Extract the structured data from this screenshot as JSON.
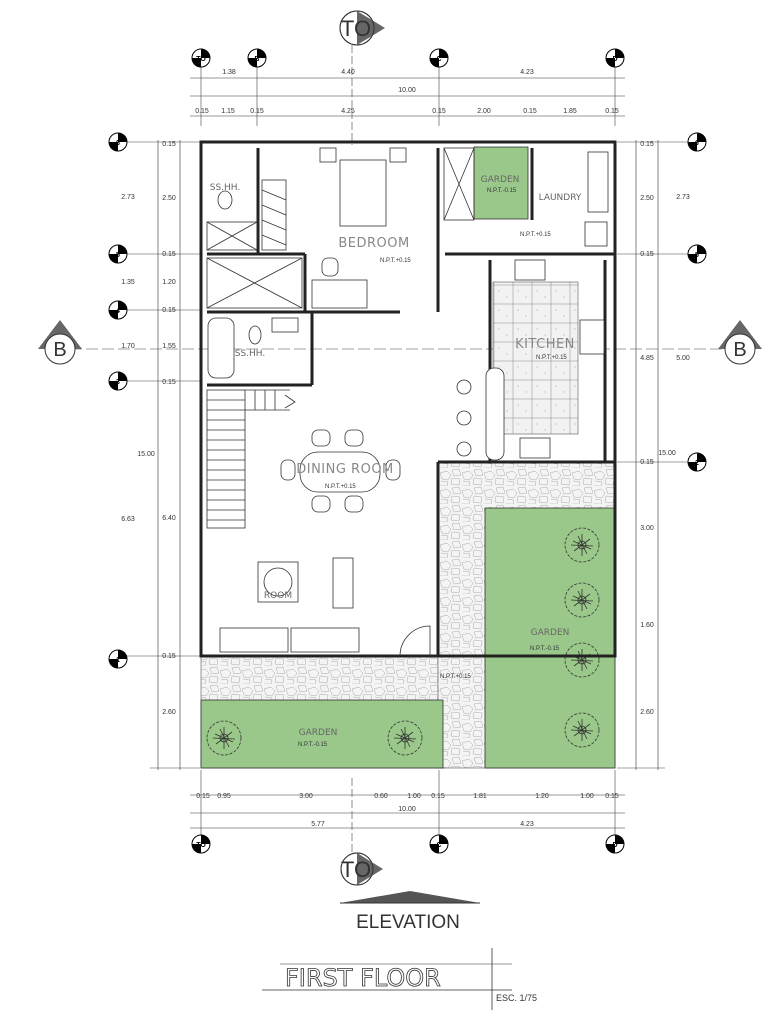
{
  "drawing": {
    "title": "FIRST FLOOR",
    "scale": "ESC. 1/75",
    "elevation_label": "ELEVATION",
    "section_marker": "B",
    "north_marker": "TO"
  },
  "rooms": [
    {
      "id": "bedroom",
      "label": "BEDROOM",
      "npt": "N.P.T.+0.15"
    },
    {
      "id": "laundry",
      "label": "LAUNDRY",
      "npt": "N.P.T.+0.15"
    },
    {
      "id": "garden-top",
      "label": "GARDEN",
      "npt": "N.P.T.-0.15"
    },
    {
      "id": "ss-hh-1",
      "label": "SS.HH.",
      "npt": ""
    },
    {
      "id": "ss-hh-2",
      "label": "SS.HH.",
      "npt": ""
    },
    {
      "id": "kitchen",
      "label": "KITCHEN",
      "npt": "N.P.T.+0.15"
    },
    {
      "id": "dining",
      "label": "DINING ROOM",
      "npt": "N.P.T.+0.15"
    },
    {
      "id": "room",
      "label": "ROOM",
      "npt": ""
    },
    {
      "id": "garden-right",
      "label": "GARDEN",
      "npt": "N.P.T.-0.15"
    },
    {
      "id": "garden-bottom",
      "label": "GARDEN",
      "npt": "N.P.T.-0.15"
    },
    {
      "id": "patio",
      "label": "",
      "npt": "N.P.T.+0.15"
    }
  ],
  "axes": {
    "top": [
      "TO",
      "B",
      "C",
      "D"
    ],
    "bottom": [
      "TO",
      "C",
      "D"
    ],
    "left": [
      "6",
      "5",
      "4",
      "3",
      "1"
    ],
    "right": [
      "6",
      "5",
      "2"
    ]
  },
  "dimensions": {
    "top_row1": [
      "1.38",
      "4.40",
      "4.23"
    ],
    "top_total": "10.00",
    "top_row3": [
      "0.15",
      "1.15",
      "0.15",
      "4.25",
      "0.15",
      "2.00",
      "0.15",
      "1.85",
      "0.15"
    ],
    "bottom_row1": [
      "0.15",
      "0.95",
      "3.00",
      "0.60",
      "1.00",
      "0.15",
      "1.81",
      "1.20",
      "1.00",
      "0.15"
    ],
    "bottom_total": "10.00",
    "bottom_row3": [
      "5.77",
      "4.23"
    ],
    "left_outer": [
      "2.73",
      "1.35",
      "1.70",
      "6.63",
      "15.00"
    ],
    "left_inner": [
      "0.15",
      "2.50",
      "0.15",
      "1.20",
      "0.15",
      "1.55",
      "0.15",
      "6.40",
      "0.15",
      "2.60"
    ],
    "right_inner": [
      "0.15",
      "2.50",
      "0.15",
      "4.85",
      "0.15",
      "3.00",
      "1.60",
      "2.60"
    ],
    "right_outer": [
      "2.73",
      "5.00",
      "15.00"
    ]
  }
}
